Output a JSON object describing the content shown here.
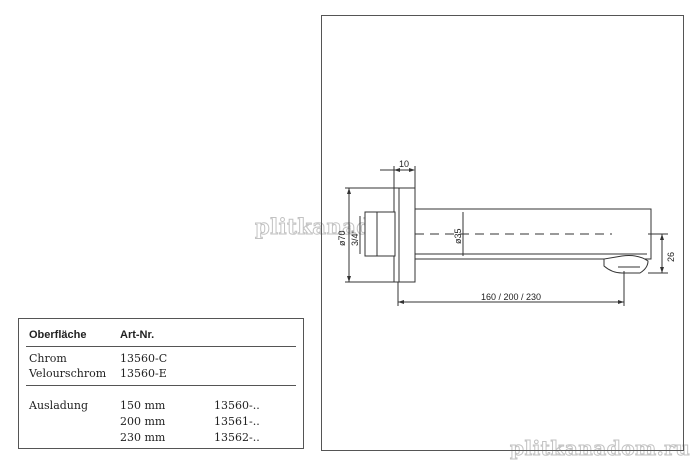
{
  "watermark": {
    "text": "plitkanadom.ru"
  },
  "drawing": {
    "dim_flange_thickness": "10",
    "dim_flange_diameter": "ø70",
    "dim_thread": "3/4\"",
    "dim_spout_diameter": "ø35",
    "dim_outlet_height": "26",
    "dim_projection": "160 / 200 / 230"
  },
  "table": {
    "header": {
      "surface": "Oberfläche",
      "article": "Art-Nr."
    },
    "finishes": [
      {
        "name": "Chrom",
        "art": "13560-C"
      },
      {
        "name": "Velourschrom",
        "art": "13560-E"
      }
    ],
    "projection": {
      "label": "Ausladung",
      "rows": [
        {
          "length": "150 mm",
          "art": "13560-.."
        },
        {
          "length": "200 mm",
          "art": "13561-.."
        },
        {
          "length": "230 mm",
          "art": "13562-.."
        }
      ]
    }
  }
}
